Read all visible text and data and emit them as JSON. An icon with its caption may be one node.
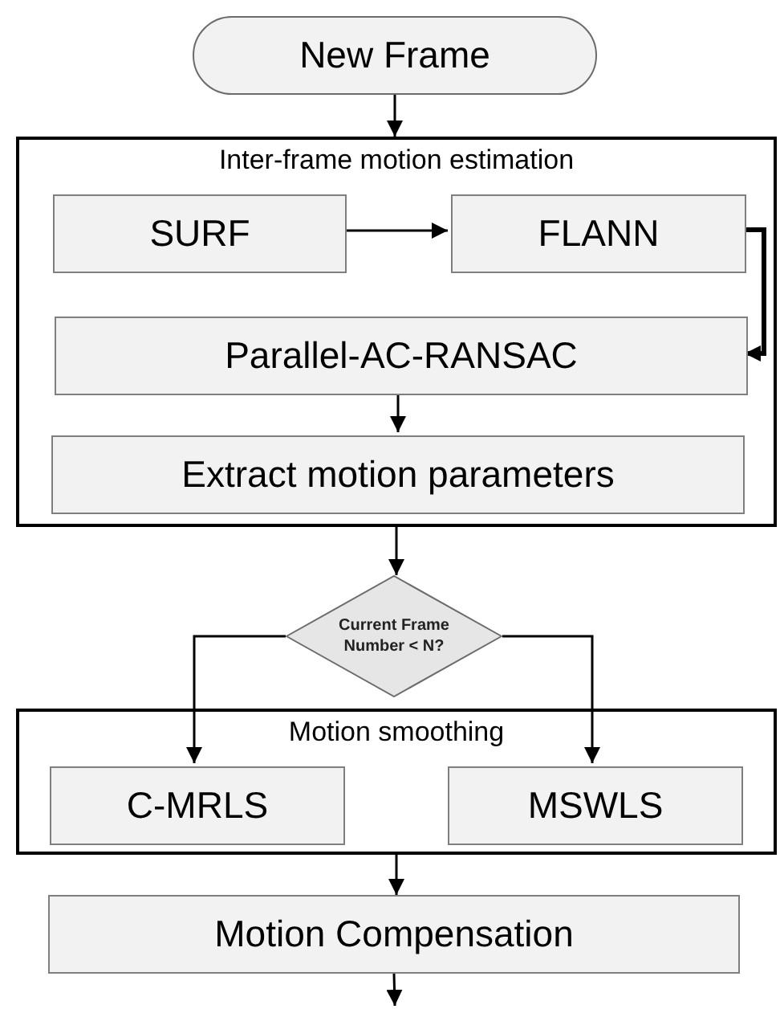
{
  "diagram": {
    "nodes": [
      {
        "text": [
          "New Frame"
        ]
      },
      {
        "text": [
          "Inter-frame motion estimation"
        ]
      },
      {
        "text": [
          "SURF"
        ],
        "in": 1
      },
      {
        "text": [
          "FLANN"
        ],
        "in": 1
      },
      {
        "text": [
          "Parallel-AC-RANSAC"
        ],
        "in": 1
      },
      {
        "text": [
          "Extract motion parameters"
        ],
        "in": 1
      },
      {
        "text": [
          "Current Frame Number < N?"
        ]
      },
      {
        "text": [
          "Motion smoothing"
        ]
      },
      {
        "text": [
          "C-MRLS"
        ],
        "in": 7
      },
      {
        "text": [
          "MSWLS"
        ],
        "in": 7
      },
      {
        "text": [
          "Motion Compensation"
        ]
      }
    ],
    "edges": [
      {
        "from": 0,
        "to": 1,
        "arrow": "to"
      },
      {
        "from": 2,
        "to": 3,
        "arrow": "to"
      },
      {
        "from": 3,
        "to": 4,
        "arrow": "to",
        "style": "thick"
      },
      {
        "from": 4,
        "to": 5,
        "arrow": "to"
      },
      {
        "from": 1,
        "to": 6,
        "arrow": "to"
      },
      {
        "from": 6,
        "to": 8,
        "arrow": "to"
      },
      {
        "from": 6,
        "to": 9,
        "arrow": "to"
      },
      {
        "from": 7,
        "to": 10,
        "arrow": "to"
      },
      {
        "from": 10,
        "to": null,
        "arrow": "to"
      }
    ]
  }
}
